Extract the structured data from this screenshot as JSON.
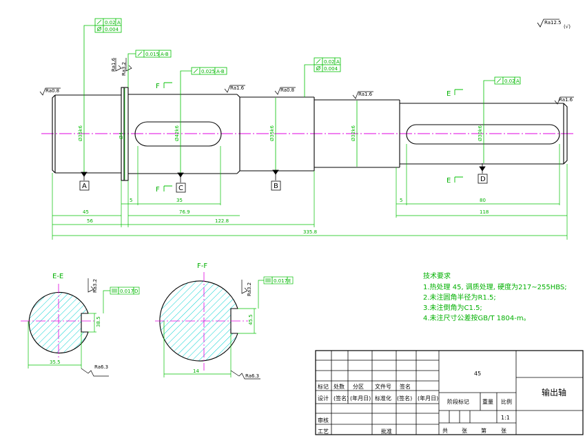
{
  "roughness": {
    "general": "Ra12.5",
    "general_note": "(√)",
    "ra08": "Ra0.8",
    "ra16": "Ra1.6",
    "ra63": "Ra6.3",
    "ra32": "Ra3.2"
  },
  "tolerances": {
    "t1_runout": "0.02",
    "t1_runout_ref": "A",
    "t1_cyl": "0.004",
    "t2": "0.015",
    "t2_ref": "A-B",
    "t3": "0.025",
    "t3_ref": "A-B",
    "t4_runout": "0.02",
    "t4_runout_ref": "A",
    "t4_cyl": "0.004",
    "t5": "0.02",
    "t5_ref": "A",
    "sym_e": "0.017",
    "sym_e_ref": "D",
    "sym_f": "0.017",
    "sym_f_ref": "E"
  },
  "datums": {
    "a": "A",
    "b": "B",
    "c": "C",
    "d": "D"
  },
  "section_marks": {
    "e": "E",
    "f": "F"
  },
  "diameters": {
    "d1": "Ø35k6",
    "d2": "Ø4",
    "d3": "Ø42k6",
    "d4": "Ø35k6",
    "d5": "Ø32k6",
    "d6": "Ø30k6"
  },
  "dims": {
    "d45": "45",
    "d56": "56",
    "d5a": "5",
    "d35": "35",
    "d769": "76.9",
    "d1228": "122.8",
    "d5b": "5",
    "d80": "80",
    "d118": "118",
    "d3358": "335.8",
    "sec_e_width": "35.5",
    "sec_e_dia": "38.5",
    "sec_f_width": "14",
    "sec_f_dia": "45.5"
  },
  "sections": {
    "e_title": "E-E",
    "f_title": "F-F"
  },
  "notes": {
    "title": "技术要求",
    "n1": "1.热处理 45, 调质处理, 硬度为217~255HBS;",
    "n2": "2.未注圆角半径为R1.5;",
    "n3": "3.未注倒角为C1.5;",
    "n4": "4.未注尺寸公差按GB/T 1804-m。"
  },
  "title_block": {
    "material": "45",
    "part_name": "输出轴",
    "row_mark": [
      "标记",
      "处数",
      "分区",
      "文件号",
      "签名"
    ],
    "row_design": [
      "设计",
      "(签名)",
      "(年月日)",
      "标准化",
      "(签名)",
      "(年月日)"
    ],
    "stage_mark": "阶段标记",
    "weight": "重量",
    "ratio": "比例",
    "scale": "1:1",
    "review": "审核",
    "process": "工艺",
    "approve": "批准",
    "total": "共",
    "sheets": "张",
    "page": "第",
    "sheet2": "张"
  }
}
